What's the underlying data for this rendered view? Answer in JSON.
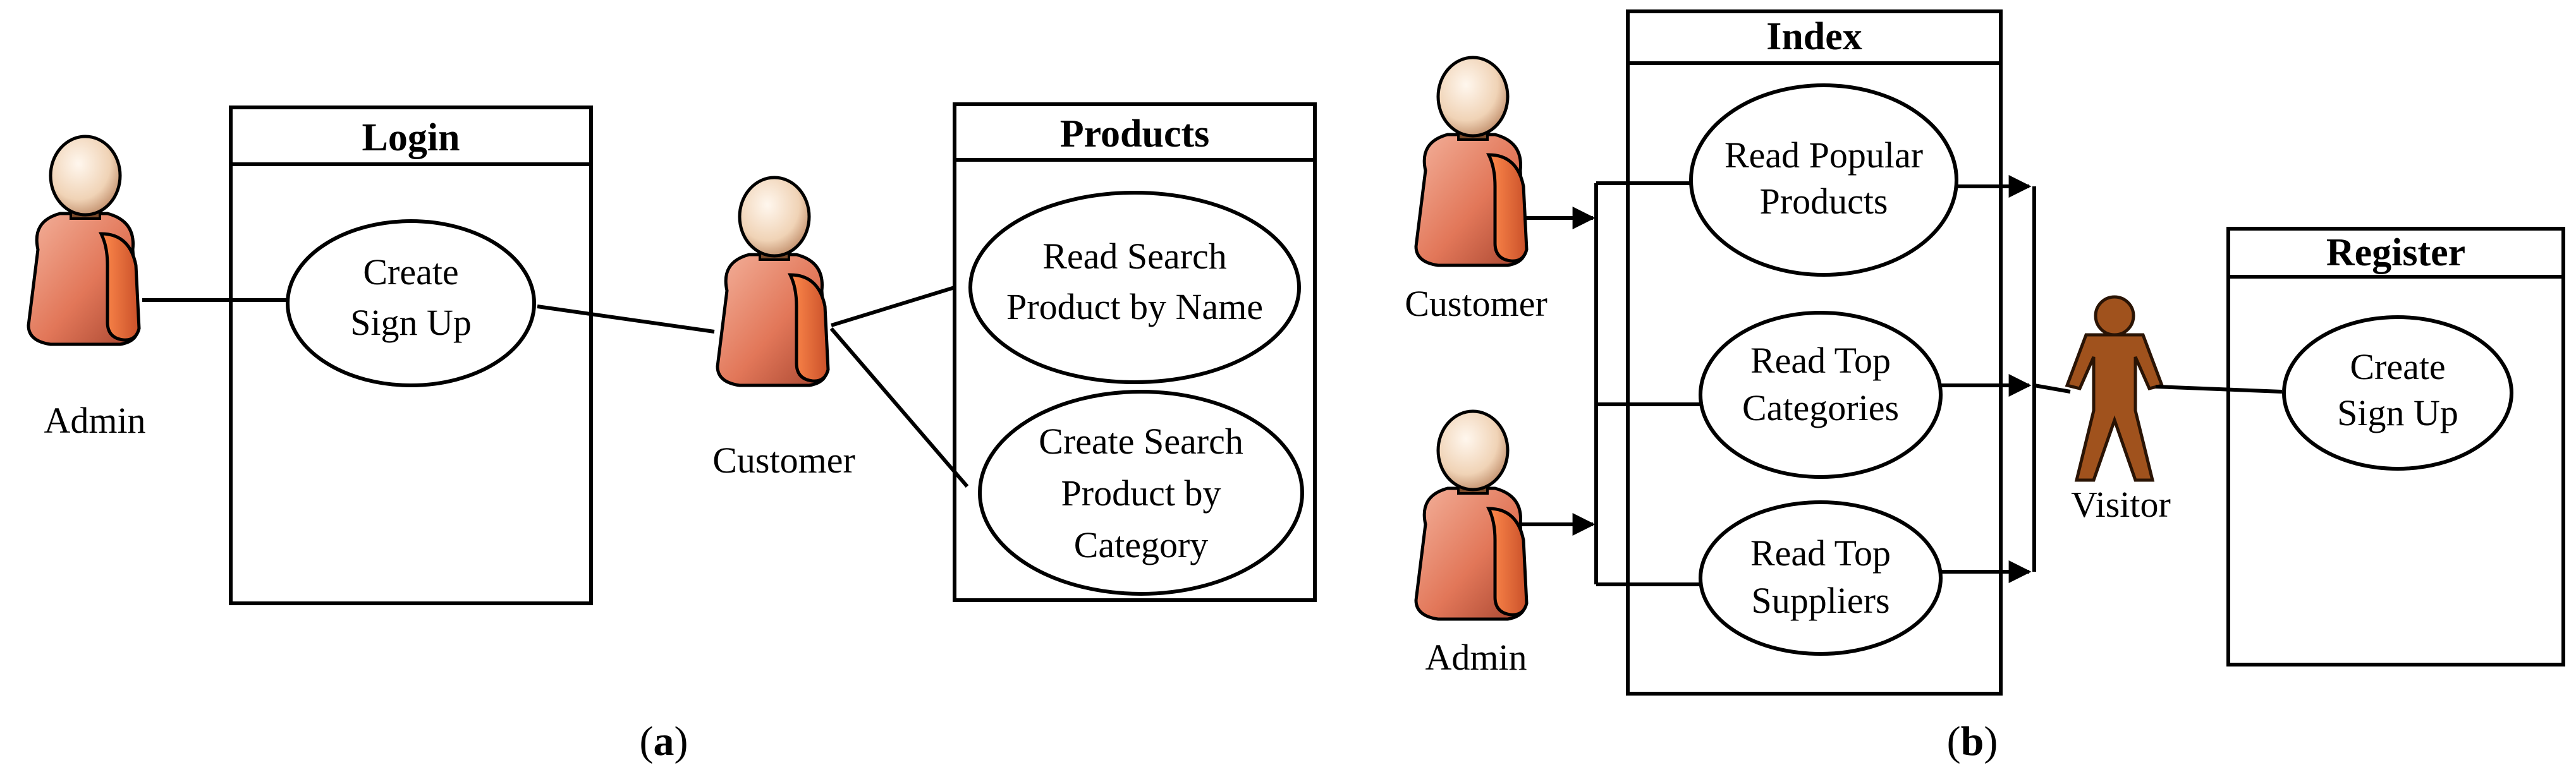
{
  "panel_a": {
    "label_open": "(",
    "label_letter": "a",
    "label_close": ")",
    "actors": {
      "admin": "Admin",
      "customer": "Customer"
    },
    "boxes": {
      "login": {
        "title": "Login",
        "use_cases": [
          {
            "lines": [
              "Create",
              "Sign Up"
            ]
          }
        ]
      },
      "products": {
        "title": "Products",
        "use_cases": [
          {
            "lines": [
              "Read Search",
              "Product by Name"
            ]
          },
          {
            "lines": [
              "Create Search",
              "Product by",
              "Category"
            ]
          }
        ]
      }
    }
  },
  "panel_b": {
    "label_open": "(",
    "label_letter": "b",
    "label_close": ")",
    "actors": {
      "customer": "Customer",
      "admin": "Admin",
      "visitor": "Visitor"
    },
    "boxes": {
      "index": {
        "title": "Index",
        "use_cases": [
          {
            "lines": [
              "Read Popular",
              "Products"
            ]
          },
          {
            "lines": [
              "Read Top",
              "Categories"
            ]
          },
          {
            "lines": [
              "Read Top",
              "Suppliers"
            ]
          }
        ]
      },
      "register": {
        "title": "Register",
        "use_cases": [
          {
            "lines": [
              "Create",
              "Sign Up"
            ]
          }
        ]
      }
    }
  },
  "colors": {
    "person_head": "#f3ddc6",
    "person_body": "#e8856b",
    "person_body_dark": "#b5513a",
    "visitor": "#a0521d",
    "line": "#000000"
  }
}
